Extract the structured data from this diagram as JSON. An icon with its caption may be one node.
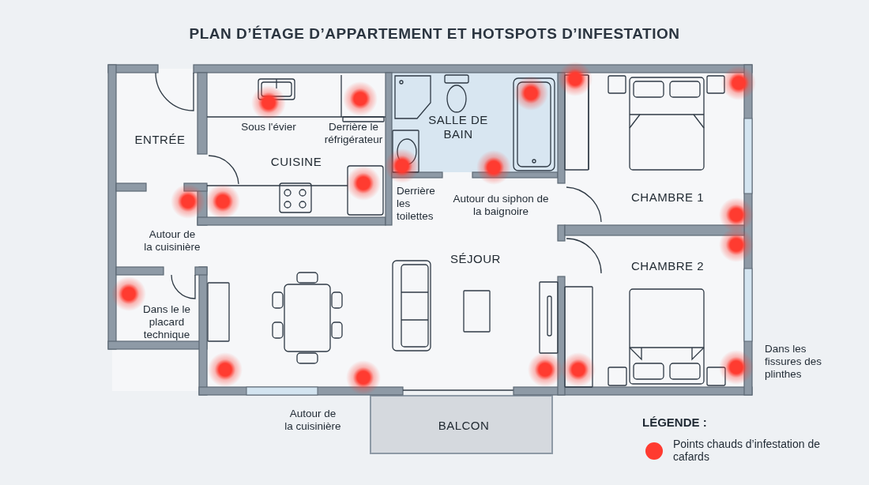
{
  "diagram": {
    "title": "PLAN D’ÉTAGE D’APPARTEMENT ET HOTSPOTS D’INFESTATION",
    "nodes": [
      {
        "text": [
          "ENTRÉE"
        ]
      },
      {
        "text": [
          "CUISINE"
        ]
      },
      {
        "text": [
          "SALLE DE BAIN"
        ]
      },
      {
        "text": [
          "CHAMBRE 1"
        ]
      },
      {
        "text": [
          "SÉJOUR"
        ]
      },
      {
        "text": [
          "CHAMBRE 2"
        ]
      },
      {
        "text": [
          "BALCON"
        ]
      }
    ],
    "labels": [
      "Sous l'évier",
      "Derrière le réfrigérateur",
      "Derrière les toilettes",
      "Autour du siphon de la baignoire",
      "Autour de la cuisinière",
      "Dans le le placard technique",
      "Dans les fissures des plinthes",
      "Autour de la cuisinière",
      "LÉGENDE :"
    ],
    "legend": [
      {
        "text": "Points chauds d’infestation de cafards",
        "color": "#ff3b30"
      }
    ]
  }
}
